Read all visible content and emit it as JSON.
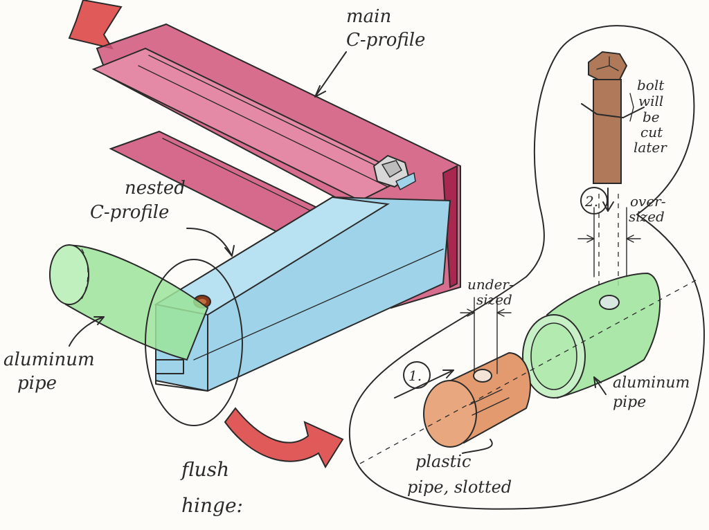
{
  "colors": {
    "c_profile_main": "#d0557a",
    "c_profile_main_dark": "#a8284f",
    "c_profile_nested": "#9fd3ea",
    "aluminum_pipe": "#9be39a",
    "plastic_pipe": "#e29a6e",
    "bolt": "#b07a5a",
    "arrow_red": "#e05a5a"
  },
  "labels": {
    "main_c_profile_1": "main",
    "main_c_profile_2": "C-profile",
    "nested_c_profile_1": "nested",
    "nested_c_profile_2": "C-profile",
    "aluminum_pipe_left_1": "aluminum",
    "aluminum_pipe_left_2": "pipe",
    "flush_hinge_1": "flush",
    "flush_hinge_2": "hinge:",
    "bolt_note_1": "bolt",
    "bolt_note_2": "will",
    "bolt_note_3": "be",
    "bolt_note_4": "cut",
    "bolt_note_5": "later",
    "step_2": "2.",
    "over_sized_1": "over-",
    "over_sized_2": "sized",
    "under_sized_1": "under-",
    "under_sized_2": "sized",
    "step_1": "1.",
    "aluminum_pipe_right_1": "aluminum",
    "aluminum_pipe_right_2": "pipe",
    "plastic_pipe_1": "plastic",
    "plastic_pipe_2": "pipe, slotted"
  }
}
